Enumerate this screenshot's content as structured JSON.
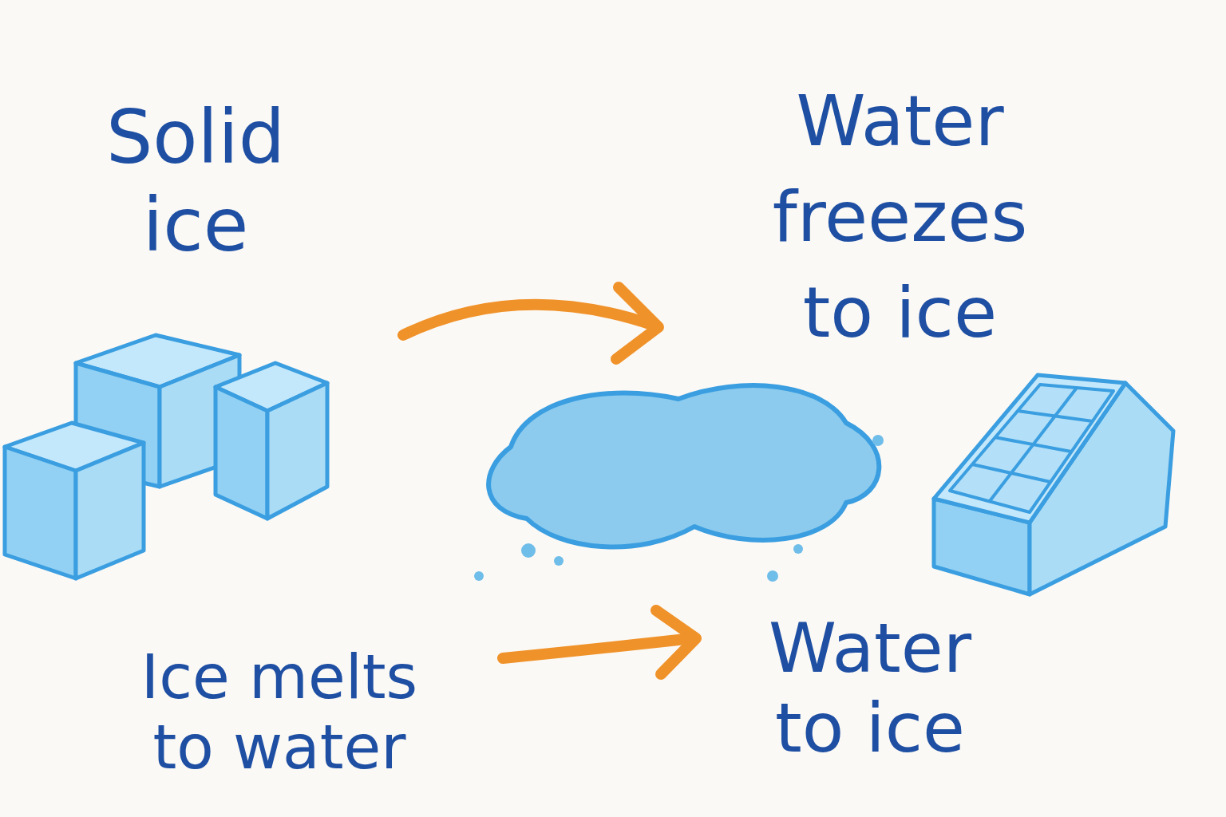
{
  "diagram": {
    "labels": [
      "Solid ice",
      "Water freezes to ice",
      "Ice melts to water",
      "Water to ice"
    ]
  }
}
